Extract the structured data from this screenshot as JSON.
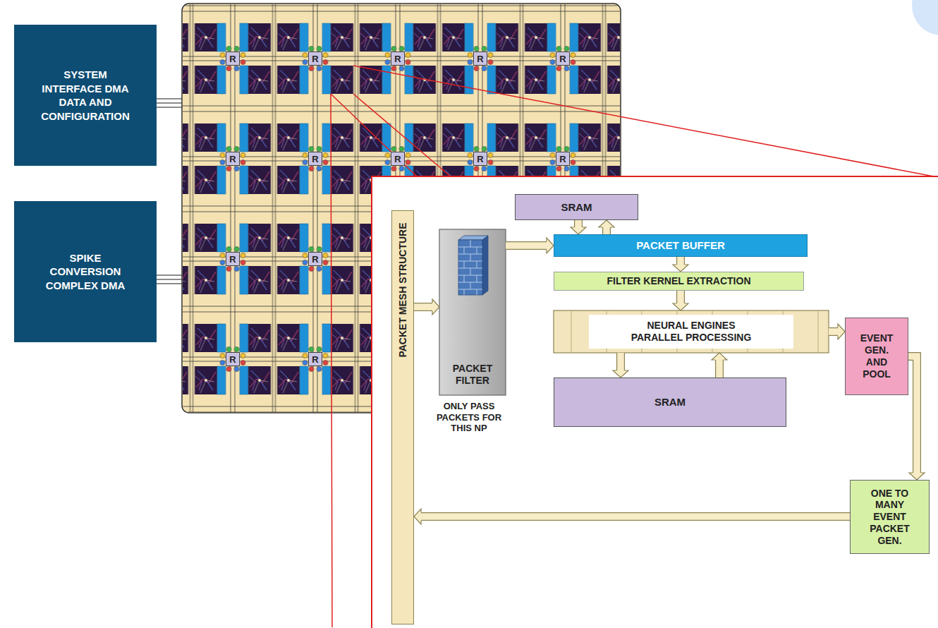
{
  "diagram": {
    "nodes": [
      {
        "text": [
          "SYSTEM INTERFACE DMA DATA AND CONFIGURATION"
        ]
      },
      {
        "text": [
          "SPIKE CONVERSION COMPLEX DMA"
        ]
      },
      {
        "text": [
          "R"
        ]
      },
      {
        "text": [
          "R"
        ]
      },
      {
        "text": [
          "R"
        ]
      },
      {
        "text": [
          "R"
        ]
      },
      {
        "text": [
          "R"
        ]
      },
      {
        "text": [
          "R"
        ]
      },
      {
        "text": [
          "R"
        ]
      },
      {
        "text": [
          "R"
        ]
      },
      {
        "text": [
          "R"
        ]
      },
      {
        "text": [
          "R"
        ]
      },
      {
        "text": [
          "R"
        ]
      },
      {
        "text": [
          "R"
        ]
      },
      {
        "text": [
          "R"
        ]
      },
      {
        "text": [
          "R"
        ]
      },
      {
        "text": [
          "PACKET MESH STRUCTURE"
        ]
      },
      {
        "text": [
          "PACKET FILTER",
          "ONLY PASS PACKETS FOR THIS NP"
        ]
      },
      {
        "text": [
          "SRAM"
        ]
      },
      {
        "text": [
          "PACKET BUFFER"
        ]
      },
      {
        "text": [
          "FILTER KERNEL EXTRACTION"
        ]
      },
      {
        "text": [
          "NEURAL ENGINES PARALLEL PROCESSING"
        ]
      },
      {
        "text": [
          "SRAM"
        ]
      },
      {
        "text": [
          "EVENT GEN. AND POOL"
        ]
      },
      {
        "text": [
          "ONE TO MANY EVENT PACKET GEN."
        ]
      }
    ],
    "edges": [
      {
        "from": 16,
        "to": 17,
        "arrow": "to"
      },
      {
        "from": 17,
        "to": 19,
        "arrow": "to"
      },
      {
        "from": 18,
        "to": 19,
        "arrow": "to"
      },
      {
        "from": 19,
        "to": 18,
        "arrow": "to"
      },
      {
        "from": 19,
        "to": 20,
        "arrow": "to"
      },
      {
        "from": 20,
        "to": 21,
        "arrow": "to"
      },
      {
        "from": 21,
        "to": 22,
        "arrow": "to"
      },
      {
        "from": 22,
        "to": 21,
        "arrow": "to"
      },
      {
        "from": 21,
        "to": 23,
        "arrow": "to"
      },
      {
        "from": 23,
        "to": 24,
        "arrow": "to"
      },
      {
        "from": 24,
        "to": 16,
        "arrow": "to"
      }
    ]
  }
}
